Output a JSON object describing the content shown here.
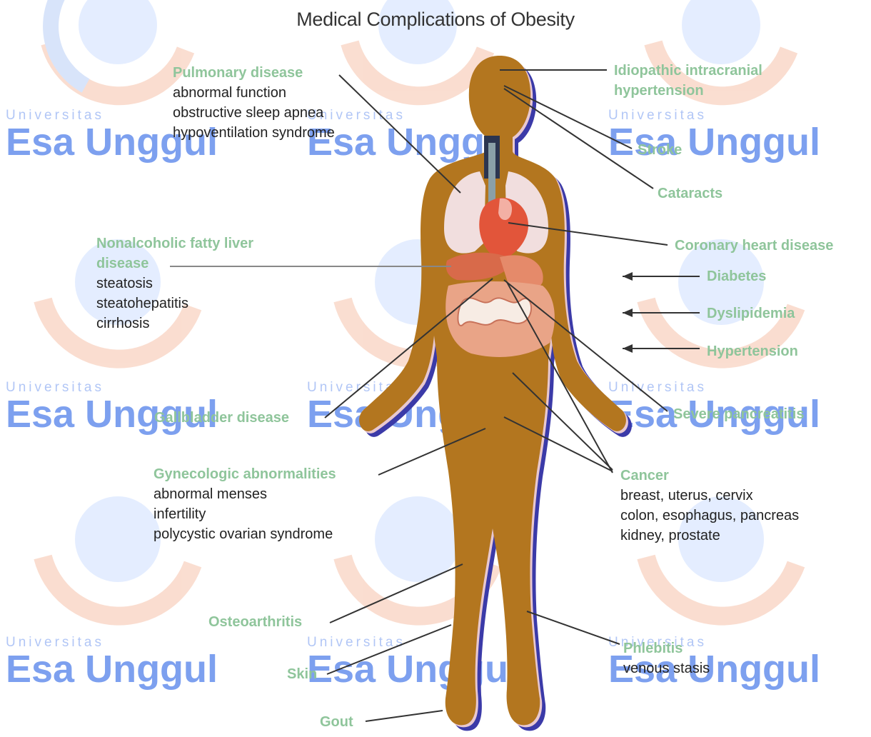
{
  "title": "Medical Complications of Obesity",
  "watermark": {
    "line1": "Universitas",
    "line2": "Esa Unggul",
    "colors": {
      "text": "#4a7de8",
      "ring_blue": "#5b88ef",
      "ring_orange": "#f2a07b"
    }
  },
  "colors": {
    "heading": "#8fc59b",
    "detail": "#222222",
    "body": "#b3761f",
    "body_shadow": "#3b3aa8",
    "leader": "#333333"
  },
  "labels": {
    "pulmonary": {
      "heading": "Pulmonary disease",
      "details": [
        "abnormal function",
        "obstructive sleep apnea",
        "hypoventilation syndrome"
      ]
    },
    "nafld": {
      "heading_line1": "Nonalcoholic fatty liver",
      "heading_line2": "disease",
      "details": [
        "steatosis",
        "steatohepatitis",
        "cirrhosis"
      ]
    },
    "gallbladder": {
      "heading": "Gallbladder disease"
    },
    "gynecologic": {
      "heading": "Gynecologic abnormalities",
      "details": [
        "abnormal menses",
        "infertility",
        "polycystic ovarian syndrome"
      ]
    },
    "osteoarthritis": {
      "heading": "Osteoarthritis"
    },
    "skin": {
      "heading": "Skin"
    },
    "gout": {
      "heading": "Gout"
    },
    "iih": {
      "heading_line1": "Idiopathic intracranial",
      "heading_line2": "hypertension"
    },
    "stroke": {
      "heading": "Stroke"
    },
    "cataracts": {
      "heading": "Cataracts"
    },
    "chd": {
      "heading": "Coronary heart disease"
    },
    "diabetes": {
      "heading": "Diabetes"
    },
    "dyslipidemia": {
      "heading": "Dyslipidemia"
    },
    "hypertension": {
      "heading": "Hypertension"
    },
    "pancreatitis": {
      "heading": "Severe pancreatitis"
    },
    "cancer": {
      "heading": "Cancer",
      "details": [
        "breast, uterus, cervix",
        "colon, esophagus, pancreas",
        "kidney, prostate"
      ]
    },
    "phlebitis": {
      "heading": "Phlebitis",
      "details": [
        "venous stasis"
      ]
    }
  }
}
